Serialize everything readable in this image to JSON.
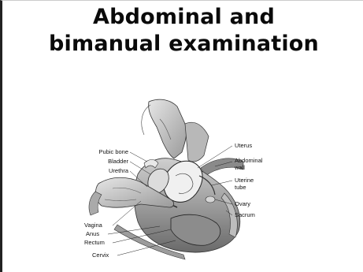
{
  "slide": {
    "title_line1": "Abdominal and",
    "title_line2": "bimanual examination"
  },
  "figure": {
    "labels": {
      "pubic_bone": "Pubic bone",
      "bladder": "Bladder",
      "urethra": "Urethra",
      "vagina": "Vagina",
      "anus": "Anus",
      "rectum": "Rectum",
      "cervix": "Cervix",
      "uterus": "Uterus",
      "abdominal_wall_1": "Abdominal",
      "abdominal_wall_2": "wall",
      "uterine_tube_1": "Uterine",
      "uterine_tube_2": "tube",
      "ovary": "Ovary",
      "sacrum": "Sacrum"
    }
  }
}
